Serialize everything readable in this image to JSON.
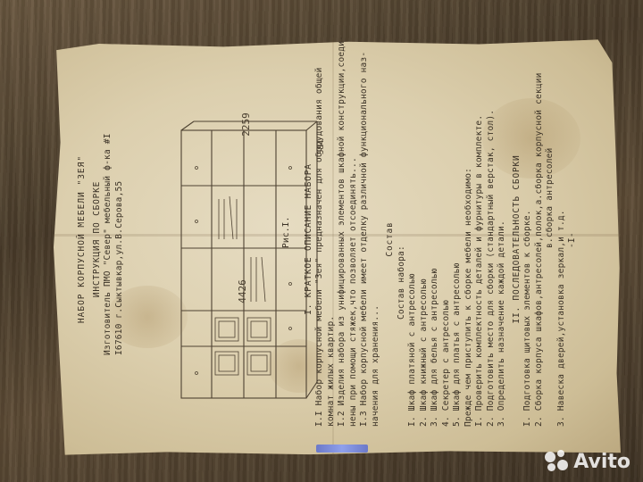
{
  "document": {
    "title": "НАБОР КОРПУСНОЙ МЕБЕЛИ \"ЗЕЯ\"",
    "subtitle": "ИНСТРУКЦИЯ ПО СБОРКЕ",
    "maker_line": "Изготовитель ПМО \"Север\" мебельный ф-ка #I",
    "address_line": "I67610 г.Сыктывкар,ул.В.Серова,55",
    "figure_caption": "Рис.I.",
    "section1_title": "I. КРАТКОЕ ОПИСАНИЕ НАБОРА",
    "para1_1": "I.I Набор корпусной мебели \"Зея\" предназначен для оборудования общей",
    "para1_1b": "комнат жилых квартир.",
    "para1_2": "I.2 Изделия набора из унифицированных элементов шкафной конструкции,соеди-",
    "para1_2b": "нены при помощи стяжек,что позволяет отсоединять...",
    "para1_3": "I.3 Набор корпусной мебели имеет отделку различной функционального наз-",
    "para1_3b": "начения для хранения...",
    "composition_title": "Состав",
    "composition_sub": "Состав набора:",
    "items": [
      "I. Шкаф платяной с антресолью",
      "2. Шкаф книжный с антресолью",
      "3. Шкаф для белья с антресолью",
      "4. Секретер с антресолью",
      "5. Шкаф для платья с антресолью"
    ],
    "pre_assembly": "Прежде чем приступить к сборке мебели необходимо:",
    "pre_1": "I. Проверить комплектность деталей и фурнитуры в комплекте.",
    "pre_2": "2. Подготовить место для сборки (стандартный верстак, стол).",
    "pre_3": "3. Определить назначение каждой детали.",
    "section2_title": "II. ПОСЛЕДОВАТЕЛЬНОСТЬ СБОРКИ",
    "seq_1": "I. Подготовка щитовых элементов к сборке.",
    "seq_2": "2. Сборка корпуса шкафов,антресолей,полок,а.сборка корпусной секции",
    "seq_2b": "в.сборка антресолей",
    "seq_3": "3. Навеска дверей,установка зеркал,и т.д.",
    "page_number": "-I-",
    "dim_width": "2259",
    "dim_height": "4426",
    "dim_depth": "384"
  },
  "watermark": {
    "brand": "Avito"
  },
  "colors": {
    "paper": "#dccfae",
    "ink": "#3b3226",
    "table": "#4a3c2a"
  }
}
